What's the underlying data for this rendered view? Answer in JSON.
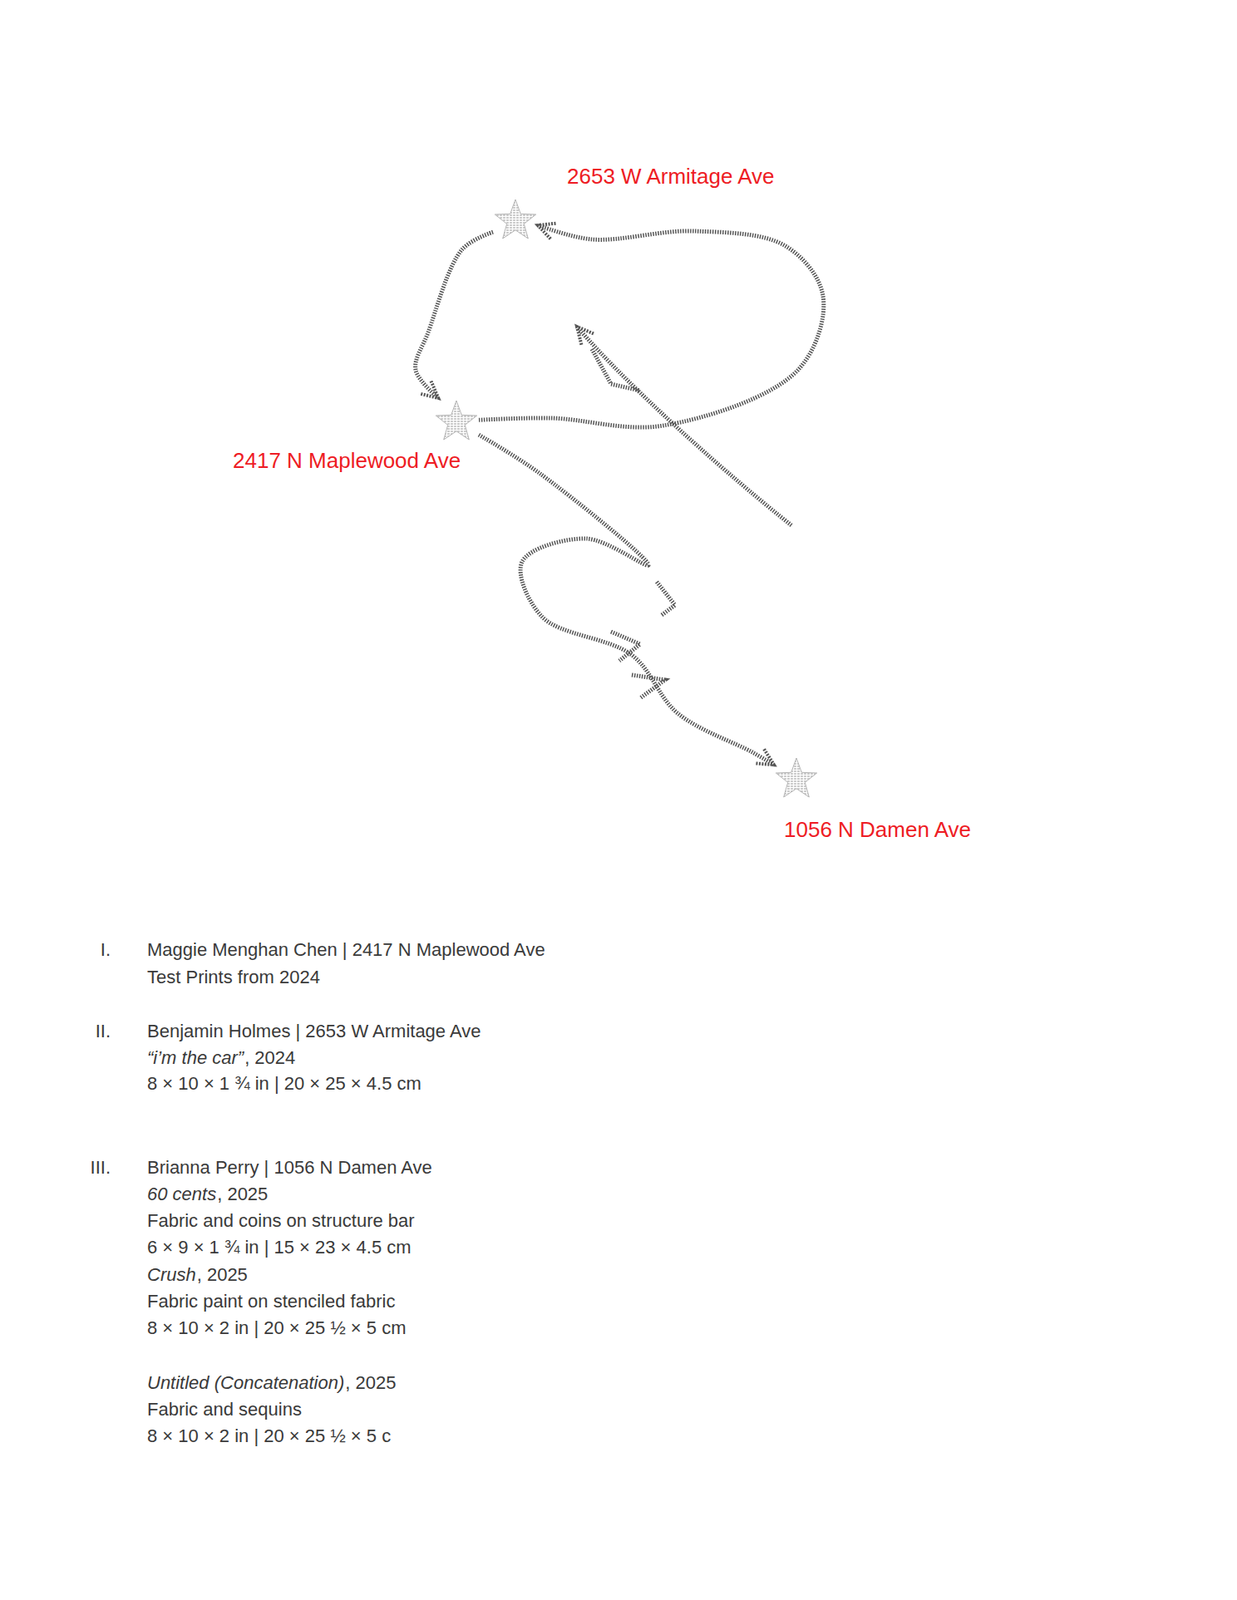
{
  "diagram": {
    "nodes": [
      {
        "text": [
          "2653 W Armitage Ave"
        ]
      },
      {
        "text": [
          "2417 N Maplewood Ave"
        ]
      },
      {
        "text": [
          "1056 N Damen Ave"
        ]
      }
    ],
    "edges": [
      {
        "from": 0,
        "to": 1,
        "arrow": "to"
      },
      {
        "from": 1,
        "to": 0,
        "arrow": "to"
      },
      {
        "from": 1,
        "to": 2,
        "arrow": "to"
      }
    ],
    "labels": [
      "I.",
      "Maggie Menghan Chen | 2417 N Maplewood Ave",
      "Test Prints from 2024",
      "II.",
      "Benjamin Holmes | 2653 W Armitage Ave",
      "“i’m the car”",
      ", 2024",
      "8 × 10 × 1 ¾ in | 20 × 25 × 4.5 cm",
      "III.",
      "Brianna Perry | 1056 N Damen Ave",
      "60 cents",
      ", 2025",
      "Fabric and coins on structure bar",
      "6 × 9 × 1 ¾ in | 15 × 23 × 4.5 cm",
      "Crush",
      ", 2025",
      "Fabric paint on stenciled fabric",
      "8 × 10 × 2 in | 20 × 25 ½ × 5 cm",
      "Untitled (Concatenation)",
      ", 2025",
      "Fabric and sequins",
      "8 × 10 × 2 in | 20 × 25 ½ × 5 c"
    ]
  }
}
